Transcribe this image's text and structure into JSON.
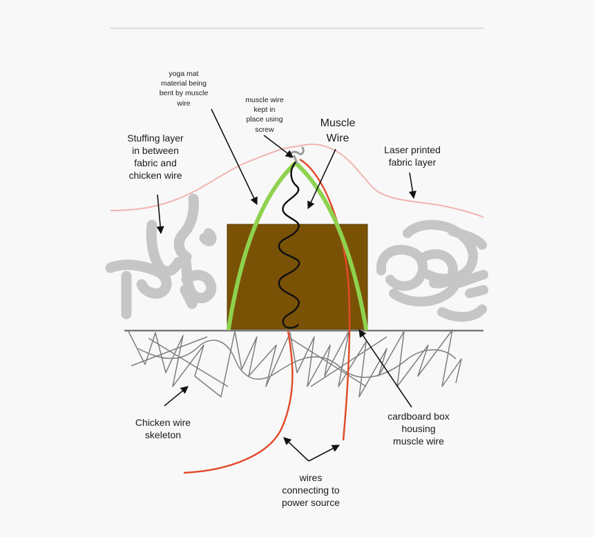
{
  "labels": {
    "yoga_mat": "yoga mat\nmaterial being\nbent by muscle\nwire",
    "screw": "muscle wire\nkept in\nplace using\nscrew",
    "muscle_wire": "Muscle\nWire",
    "laser_fabric": "Laser printed\nfabric layer",
    "stuffing": "Stuffing layer\nin between\nfabric and\nchicken wire",
    "chicken_wire": "Chicken wire\nskeleton",
    "cardboard": "cardboard box\nhousing\nmuscle wire",
    "wires": "wires\nconnecting to\npower source"
  },
  "colors": {
    "background": "#f8f8f8",
    "fabric_outline": "#f0b4b0",
    "stuffing": "#c6c6c6",
    "cardboard_box": "#7a5206",
    "yoga_mat_arch": "#8ed24e",
    "muscle_wire": "#111111",
    "power_wires": "#e24a2a",
    "chicken_wire": "#7c7c7c",
    "screw": "#9a9a9a"
  }
}
